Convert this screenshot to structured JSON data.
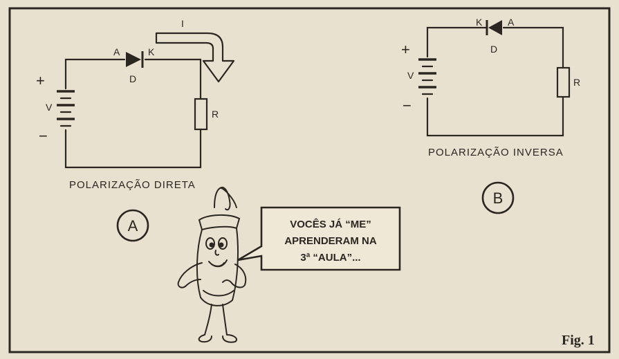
{
  "circuit_a": {
    "current_label": "I",
    "anode_label": "A",
    "cathode_label": "K",
    "diode_label": "D",
    "battery_label": "V",
    "plus_sign": "+",
    "minus_sign": "−",
    "resistor_label": "R",
    "caption": "POLARIZAÇÃO DIRETA",
    "circle_label": "A"
  },
  "circuit_b": {
    "cathode_label": "K",
    "anode_label": "A",
    "diode_label": "D",
    "battery_label": "V",
    "plus_sign": "+",
    "minus_sign": "−",
    "resistor_label": "R",
    "caption": "POLARIZAÇÃO INVERSA",
    "circle_label": "B"
  },
  "speech_bubble": {
    "lines": [
      "VOCÊS JÁ “ME”",
      "APRENDERAM NA",
      "3ª “AULA”..."
    ]
  },
  "figure_label": "Fig. 1",
  "colors": {
    "paper": "#e9e1cf",
    "ink": "#2a2622"
  }
}
